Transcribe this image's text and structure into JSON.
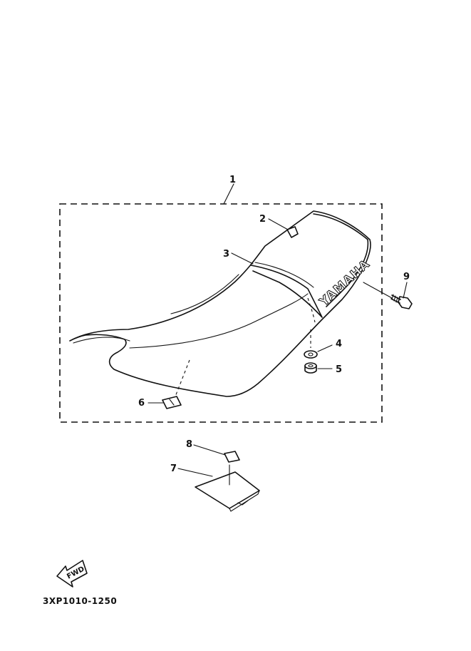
{
  "callouts": {
    "c1": "1",
    "c2": "2",
    "c3": "3",
    "c4": "4",
    "c5": "5",
    "c6": "6",
    "c7": "7",
    "c8": "8",
    "c9": "9"
  },
  "seat_brand": "YAMAHA",
  "fwd_label": "FWD",
  "part_code": "3XP1010-1250"
}
